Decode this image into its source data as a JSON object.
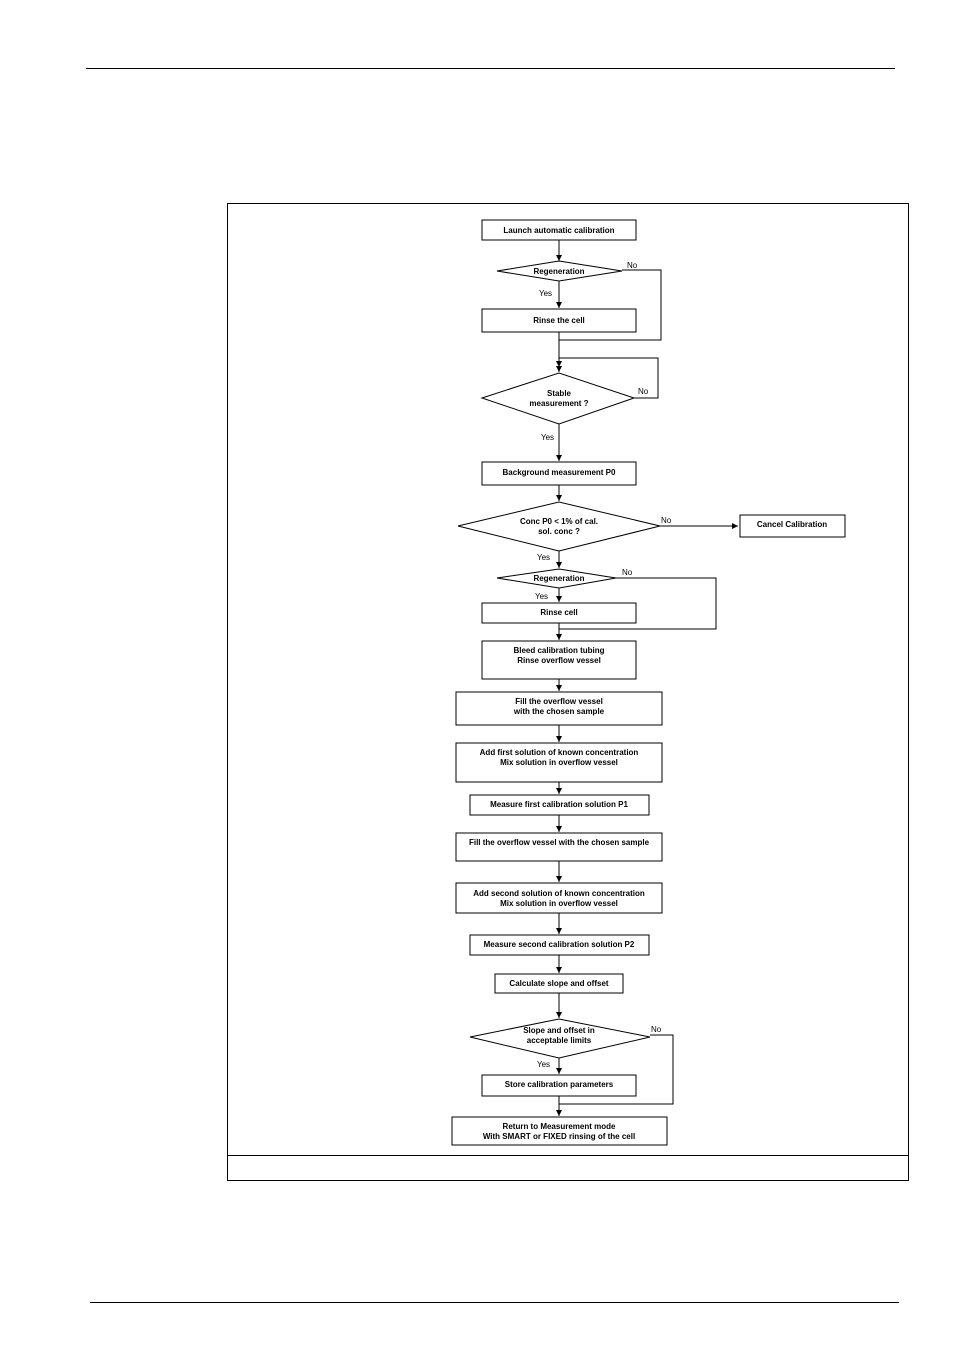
{
  "flowchart": {
    "start": "Launch automatic calibration",
    "regeneration_1": "Regeneration",
    "rinse_the_cell": "Rinse the cell",
    "stable_1": "Stable",
    "stable_2": "measurement ?",
    "background": "Background measurement P0",
    "conc_1": "Conc P0 < 1% of cal.",
    "conc_2": "sol. conc ?",
    "cancel": "Cancel Calibration",
    "regeneration_2": "Regeneration",
    "rinse_cell": "Rinse cell",
    "bleed_1": "Bleed calibration tubing",
    "bleed_2": "Rinse overflow vessel",
    "fill1_1": "Fill the overflow vessel",
    "fill1_2": "with the chosen sample",
    "add1_1": "Add first solution of known concentration",
    "add1_2": "Mix solution in overflow vessel",
    "measure1": "Measure first calibration solution P1",
    "fill2": "Fill the overflow vessel with the chosen sample",
    "add2_1": "Add second solution of known concentration",
    "add2_2": "Mix solution in overflow vessel",
    "measure2": "Measure second calibration solution P2",
    "calculate": "Calculate slope and offset",
    "slope_1": "Slope and offset in",
    "slope_2": "acceptable limits",
    "store": "Store calibration parameters",
    "return_1": "Return to Measurement mode",
    "return_2": "With SMART or FIXED rinsing of the cell",
    "yes": "Yes",
    "no": "No"
  }
}
